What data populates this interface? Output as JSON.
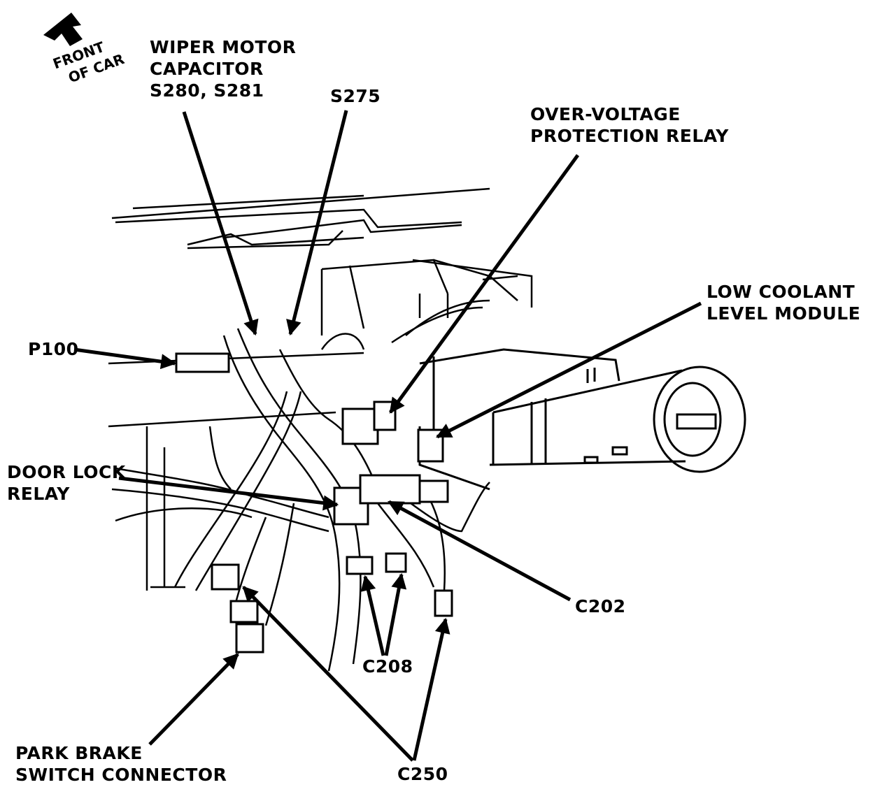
{
  "orientation": {
    "front_line1": "FRONT",
    "front_line2": "OF CAR"
  },
  "labels": {
    "wiper": {
      "line1": "WIPER MOTOR",
      "line2": "CAPACITOR",
      "line3": "S280, S281"
    },
    "s275": "S275",
    "ovp": {
      "line1": "OVER-VOLTAGE",
      "line2": "PROTECTION RELAY"
    },
    "lcl": {
      "line1": "LOW COOLANT",
      "line2": "LEVEL MODULE"
    },
    "p100": "P100",
    "door_lock": {
      "line1": "DOOR LOCK",
      "line2": "RELAY"
    },
    "c202": "C202",
    "c208": "C208",
    "park_brake": {
      "line1": "PARK BRAKE",
      "line2": "SWITCH CONNECTOR"
    },
    "c250": "C250"
  },
  "colors": {
    "ink": "#000000",
    "paper": "#ffffff"
  }
}
